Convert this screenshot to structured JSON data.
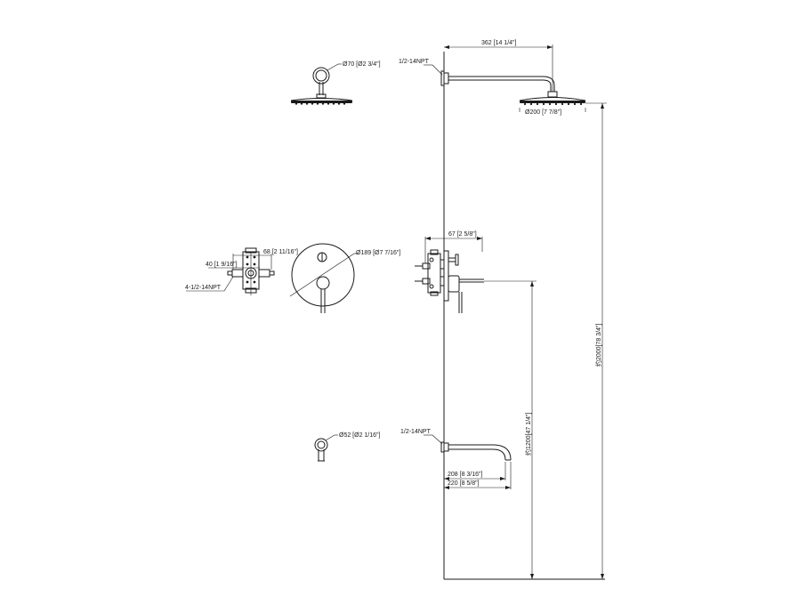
{
  "colors": {
    "ink": "#1a1a1a",
    "background": "#ffffff"
  },
  "labels": {
    "shower_arm_length": "362 [14 1/4\"]",
    "shower_arm_thread": "1/2-14NPT",
    "shower_head_diameter": "Ø200 [7 7/8\"]",
    "flange_diameter": "Ø70 [Ø2 3/4\"]",
    "valve_depth": "67 [2 5/8\"]",
    "trim_plate_diameter": "Ø189 [Ø7 7/16\"]",
    "valve_width": "68 [2 11/16\"]",
    "valve_offset": "40 [1 9/16\"]",
    "valve_ports": "4-1/2-14NPT",
    "spout_thread": "1/2-14NPT",
    "spout_flange_diameter": "Ø52 [Ø2 1/16\"]",
    "spout_reach_short": "208 [8 3/16\"]",
    "spout_reach_long": "220 [8 5/8\"]",
    "height_spout": "约1200[47 1/4\"]",
    "height_shower": "约2000[78 3/4\"]"
  }
}
